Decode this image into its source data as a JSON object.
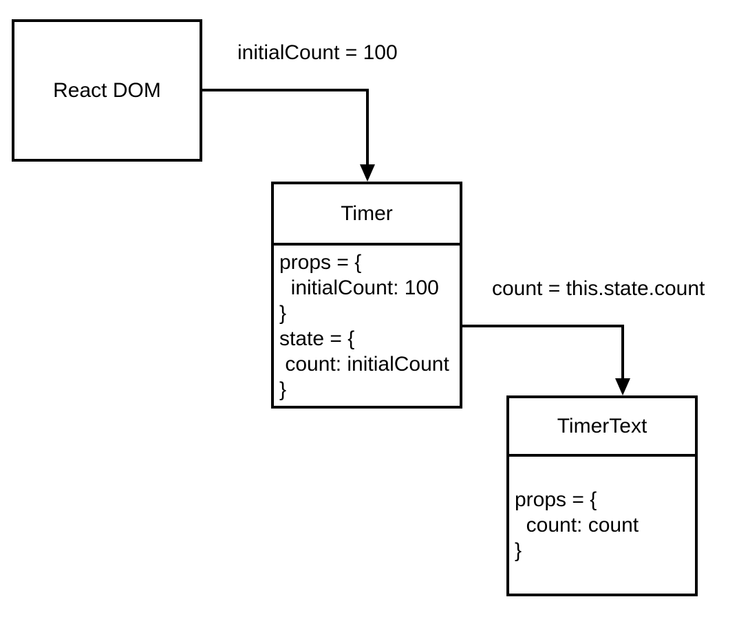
{
  "diagram": {
    "colors": {
      "stroke": "#000000",
      "bg": "#ffffff",
      "text": "#000000"
    },
    "nodes": [
      {
        "id": "react-dom",
        "title": "React DOM"
      },
      {
        "id": "timer",
        "title": "Timer",
        "body": "props = {\n  initialCount: 100\n}\nstate = {\n count: initialCount\n}"
      },
      {
        "id": "timertext",
        "title": "TimerText",
        "body": "props = {\n  count: count\n}"
      }
    ],
    "edges": [
      {
        "from": "React DOM",
        "to": "Timer",
        "label": "initialCount = 100"
      },
      {
        "from": "Timer",
        "to": "TimerText",
        "label": "count = this.state.count"
      }
    ]
  }
}
